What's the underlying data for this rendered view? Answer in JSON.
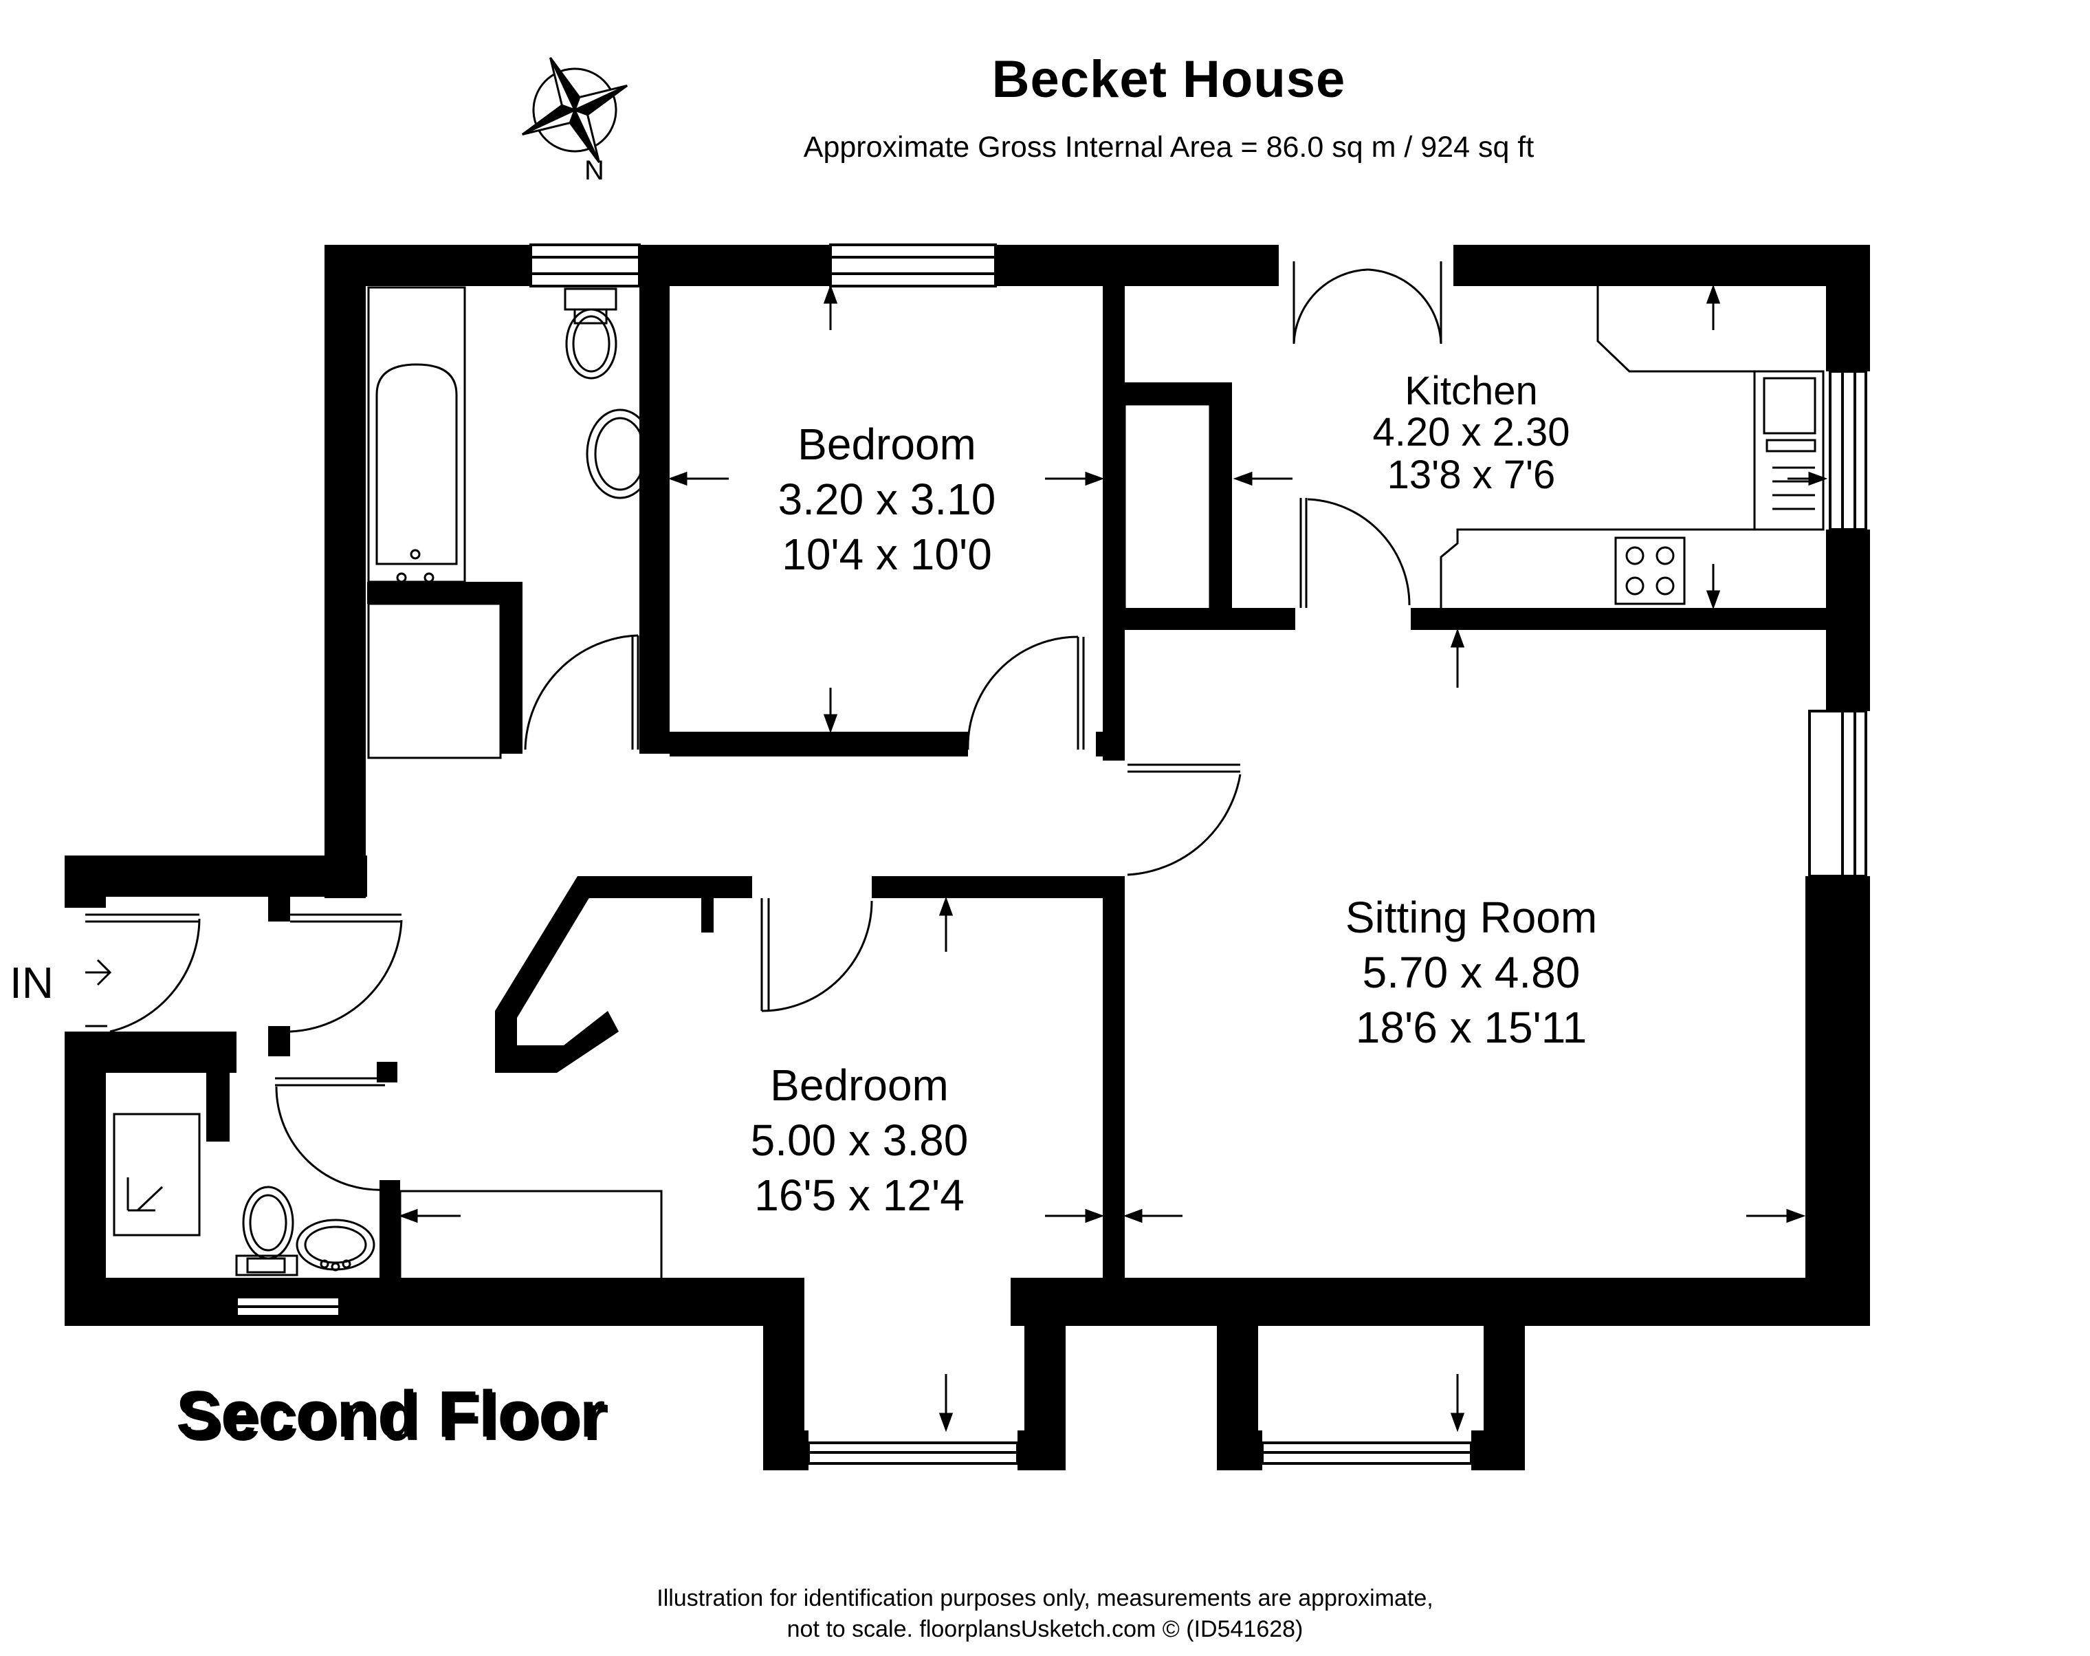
{
  "header": {
    "title": "Becket  House",
    "subtitle": "Approximate Gross Internal Area = 86.0 sq m / 924 sq ft"
  },
  "compass": {
    "label": "N",
    "icon": "compass-rose-icon"
  },
  "entrance": {
    "label": "IN",
    "icon": "entry-arrow-icon"
  },
  "rooms": {
    "bedroom_top": {
      "name": "Bedroom",
      "metric": "3.20 x 3.10",
      "imperial": "10'4 x 10'0"
    },
    "kitchen": {
      "name": "Kitchen",
      "metric": "4.20 x 2.30",
      "imperial": "13'8 x 7'6"
    },
    "sitting_room": {
      "name": "Sitting Room",
      "metric": "5.70 x 4.80",
      "imperial": "18'6 x 15'11"
    },
    "bedroom_bottom": {
      "name": "Bedroom",
      "metric": "5.00 x 3.80",
      "imperial": "16'5 x 12'4"
    }
  },
  "floor_label": "Second Floor",
  "footer": {
    "line1": "Illustration for identification purposes only, measurements are approximate,",
    "line2": "not to scale. floorplansUsketch.com © (ID541628)"
  },
  "colors": {
    "wall": "#000000",
    "background": "#ffffff",
    "fixture": "#000000"
  }
}
